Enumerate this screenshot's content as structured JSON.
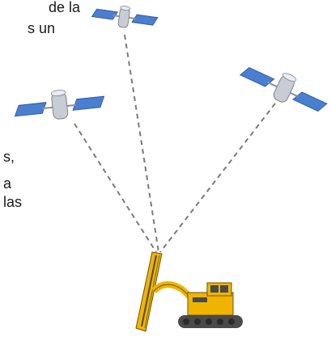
{
  "text_fragments": [
    "de   la",
    "s  un",
    "s,",
    "a",
    "las"
  ],
  "colors": {
    "ray": "#7a7a7a",
    "panel": "#4a7fd0",
    "panel_dark": "#2f5aa8",
    "body_silver": "#c8ccd4",
    "machine_yellow": "#f0b400",
    "machine_dark": "#4a4a4a"
  },
  "icons": {
    "satellite": "satellite-icon",
    "drill_rig": "drill-rig-icon"
  }
}
